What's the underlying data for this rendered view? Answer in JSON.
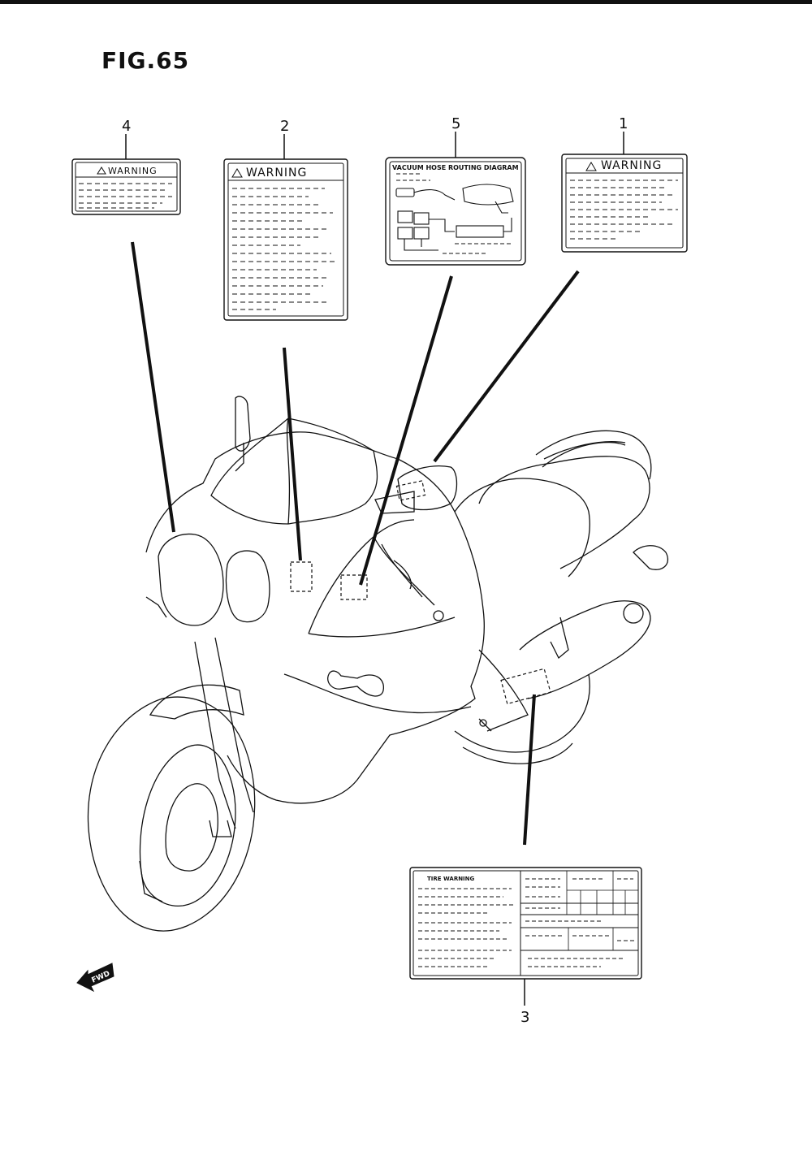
{
  "figure": {
    "title": "FIG.65"
  },
  "callouts": [
    {
      "number": "4",
      "label": "WARNING"
    },
    {
      "number": "2",
      "label": "WARNING"
    },
    {
      "number": "5",
      "label": "VACUUM HOSE ROUTING DIAGRAM"
    },
    {
      "number": "1",
      "label": "WARNING"
    },
    {
      "number": "3",
      "label": "TIRE WARNING"
    }
  ],
  "direction": {
    "label": "FWD"
  }
}
